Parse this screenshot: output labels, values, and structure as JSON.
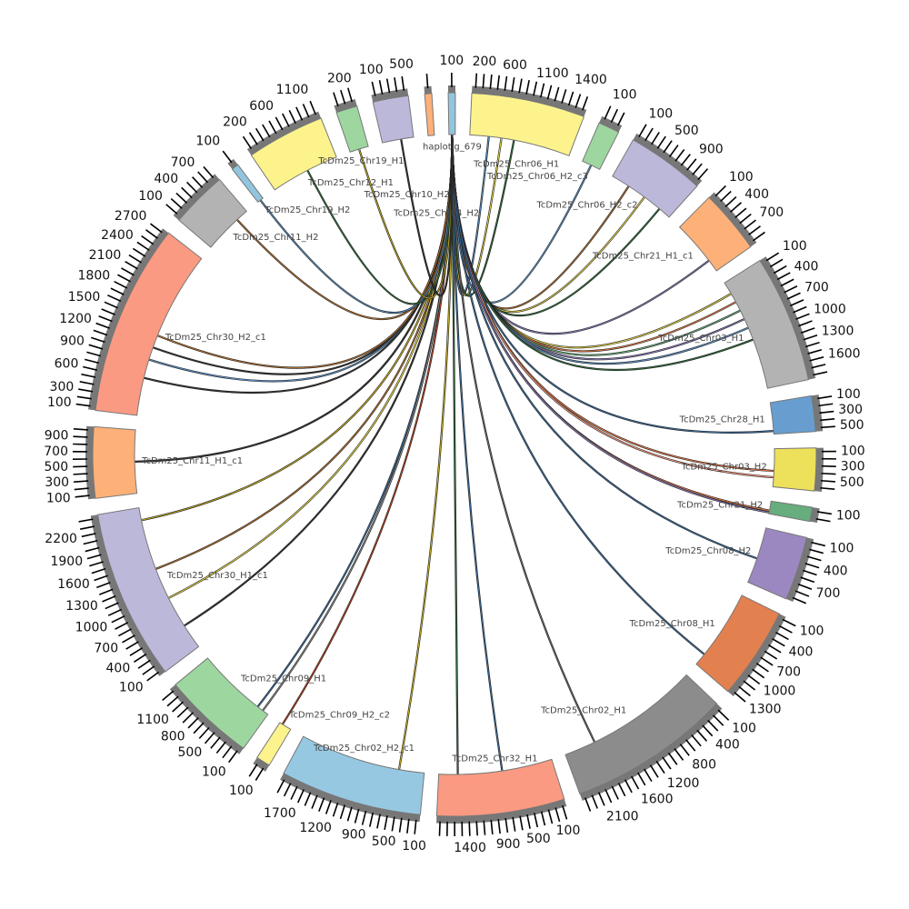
{
  "chart_data": {
    "type": "chord",
    "tick_unit": 100,
    "segments": [
      {
        "name": "haplotig_679",
        "length": 100,
        "color": "#92c5de"
      },
      {
        "name": "TcDm25_Chr06_H1",
        "length": 1600,
        "color": "#fdf38c"
      },
      {
        "name": "TcDm25_Chr06_H2_c3",
        "length": 300,
        "color": "#9ed6a0"
      },
      {
        "name": "TcDm25_Chr06_H2_c2",
        "length": 1100,
        "color": "#bcb8da"
      },
      {
        "name": "TcDm25_Chr21_H1_c1",
        "length": 900,
        "color": "#fdb178"
      },
      {
        "name": "TcDm25_Chr03_H1",
        "length": 1800,
        "color": "#b3b3b3"
      },
      {
        "name": "TcDm25_Chr28_H1",
        "length": 500,
        "color": "#679ecf"
      },
      {
        "name": "TcDm25_Chr03_H2",
        "length": 600,
        "color": "#ede05a"
      },
      {
        "name": "TcDm25_Chr21_H2",
        "length": 200,
        "color": "#68ad7d"
      },
      {
        "name": "TcDm25_Chr08_H2",
        "length": 900,
        "color": "#9b88c0"
      },
      {
        "name": "TcDm25_Chr08_H1",
        "length": 1300,
        "color": "#e3804f"
      },
      {
        "name": "TcDm25_Chr02_H1",
        "length": 2300,
        "color": "#8c8c8c"
      },
      {
        "name": "TcDm25_Chr32_H1",
        "length": 1800,
        "color": "#fb9a82"
      },
      {
        "name": "TcDm25_Chr02_H2_c1",
        "length": 2000,
        "color": "#97c8e2"
      },
      {
        "name": "TcDm25_Chr09_H2_c2",
        "length": 200,
        "color": "#fdf38c"
      },
      {
        "name": "TcDm25_Chr09_H1",
        "length": 1300,
        "color": "#9ed6a0"
      },
      {
        "name": "TcDm25_Chr30_H1_c1",
        "length": 2400,
        "color": "#bcb8da"
      },
      {
        "name": "TcDm25_Chr11_H1_c1",
        "length": 1000,
        "color": "#fdb178"
      },
      {
        "name": "TcDm25_Chr30_H2_c1",
        "length": 2700,
        "color": "#fb9a82"
      },
      {
        "name": "TcDm25_Chr11_H2",
        "length": 800,
        "color": "#b3b3b3"
      },
      {
        "name": "TcDm25_Chr19_H2",
        "length": 100,
        "color": "#92c5de"
      },
      {
        "name": "TcDm25_Chr12_H1",
        "length": 1100,
        "color": "#fdf38c"
      },
      {
        "name": "TcDm25_Chr19_H1",
        "length": 300,
        "color": "#9ed6a0"
      },
      {
        "name": "TcDm25_Chr10_H2",
        "length": 500,
        "color": "#bcb8da"
      },
      {
        "name": "TcDm25_Chr04_H2",
        "length": 100,
        "color": "#fdb178"
      }
    ],
    "links": [
      [
        0,
        50,
        1,
        300,
        "#5a8fc0"
      ],
      [
        0,
        50,
        1,
        500,
        "#e8d84a"
      ],
      [
        0,
        50,
        1,
        700,
        "#2f6b3a"
      ],
      [
        0,
        50,
        2,
        150,
        "#5a8fc0"
      ],
      [
        0,
        50,
        3,
        300,
        "#b07030"
      ],
      [
        0,
        50,
        3,
        600,
        "#e8d84a"
      ],
      [
        0,
        50,
        3,
        900,
        "#2f6b3a"
      ],
      [
        0,
        50,
        4,
        700,
        "#8a7ab8"
      ],
      [
        0,
        50,
        5,
        200,
        "#e8d84a"
      ],
      [
        0,
        50,
        5,
        350,
        "#e07a4a"
      ],
      [
        0,
        50,
        5,
        500,
        "#68ad7d"
      ],
      [
        0,
        50,
        5,
        650,
        "#8a7ab8"
      ],
      [
        0,
        50,
        5,
        800,
        "#5a8fc0"
      ],
      [
        0,
        50,
        5,
        1000,
        "#2f6b3a"
      ],
      [
        0,
        50,
        6,
        450,
        "#3a6a9a"
      ],
      [
        0,
        50,
        7,
        350,
        "#e07a4a"
      ],
      [
        0,
        50,
        7,
        450,
        "#fb9a82"
      ],
      [
        0,
        50,
        8,
        150,
        "#e07a4a"
      ],
      [
        0,
        50,
        8,
        180,
        "#8a7ab8"
      ],
      [
        0,
        50,
        9,
        500,
        "#3a6a9a"
      ],
      [
        0,
        50,
        10,
        1100,
        "#3a6a9a"
      ],
      [
        0,
        50,
        11,
        1800,
        "#666666"
      ],
      [
        0,
        50,
        12,
        1500,
        "#2f6b3a"
      ],
      [
        0,
        50,
        12,
        800,
        "#3a6a9a"
      ],
      [
        0,
        50,
        13,
        400,
        "#c8b020"
      ],
      [
        0,
        50,
        14,
        150,
        "#b04020"
      ],
      [
        0,
        50,
        15,
        200,
        "#3a6a9a"
      ],
      [
        0,
        50,
        15,
        100,
        "#888888"
      ],
      [
        0,
        50,
        16,
        400,
        "#333333"
      ],
      [
        0,
        50,
        16,
        900,
        "#e8d84a"
      ],
      [
        0,
        50,
        16,
        1400,
        "#b07030"
      ],
      [
        0,
        50,
        16,
        2200,
        "#c8b020"
      ],
      [
        0,
        50,
        17,
        500,
        "#333333"
      ],
      [
        0,
        50,
        18,
        600,
        "#333333"
      ],
      [
        0,
        50,
        18,
        900,
        "#5a8fc0"
      ],
      [
        0,
        50,
        18,
        1100,
        "#333333"
      ],
      [
        0,
        50,
        18,
        1300,
        "#b07030"
      ],
      [
        0,
        50,
        19,
        600,
        "#b07030"
      ],
      [
        0,
        50,
        20,
        50,
        "#5a8fc0"
      ],
      [
        0,
        50,
        21,
        600,
        "#2f6b3a"
      ],
      [
        0,
        50,
        22,
        150,
        "#c8b020"
      ],
      [
        0,
        50,
        23,
        300,
        "#333333"
      ]
    ]
  }
}
